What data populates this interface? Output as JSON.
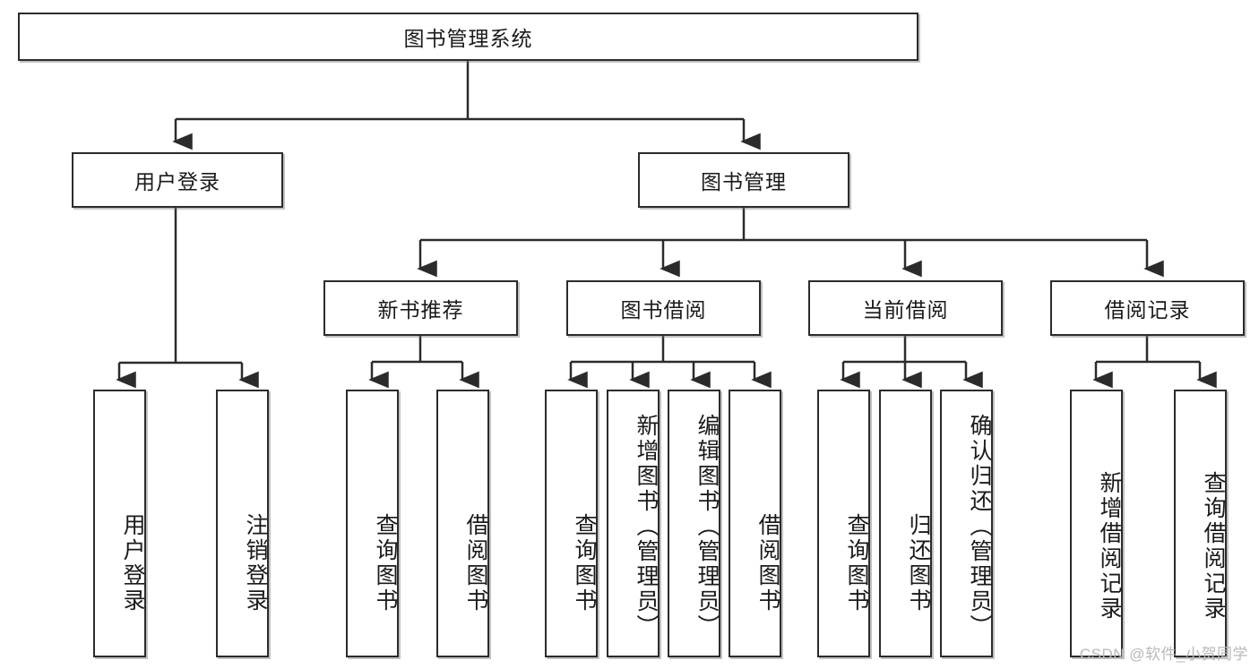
{
  "diagram": {
    "title": "图书管理系统",
    "watermark": "CSDN @软件_小贺同学",
    "root": {
      "label": "图书管理系统"
    },
    "level2": [
      {
        "label": "用户登录"
      },
      {
        "label": "图书管理"
      }
    ],
    "level3": [
      {
        "label": "新书推荐"
      },
      {
        "label": "图书借阅"
      },
      {
        "label": "当前借阅"
      },
      {
        "label": "借阅记录"
      }
    ],
    "leaves": {
      "user_login": [
        {
          "label": "用户登录"
        },
        {
          "label": "注销登录"
        }
      ],
      "new_book": [
        {
          "label": "查询图书"
        },
        {
          "label": "借阅图书"
        }
      ],
      "book_borrow": [
        {
          "label": "查询图书"
        },
        {
          "label": "新增图书（管理员）"
        },
        {
          "label": "编辑图书（管理员）"
        },
        {
          "label": "借阅图书"
        }
      ],
      "current_borrow": [
        {
          "label": "查询图书"
        },
        {
          "label": "归还图书"
        },
        {
          "label": "确认归还（管理员）"
        }
      ],
      "borrow_record": [
        {
          "label": "新增借阅记录"
        },
        {
          "label": "查询借阅记录"
        }
      ]
    },
    "colors": {
      "border": "#2b2b2b",
      "text": "#1a1a1a",
      "background": "#ffffff",
      "watermark": "#b9b9b9"
    }
  }
}
